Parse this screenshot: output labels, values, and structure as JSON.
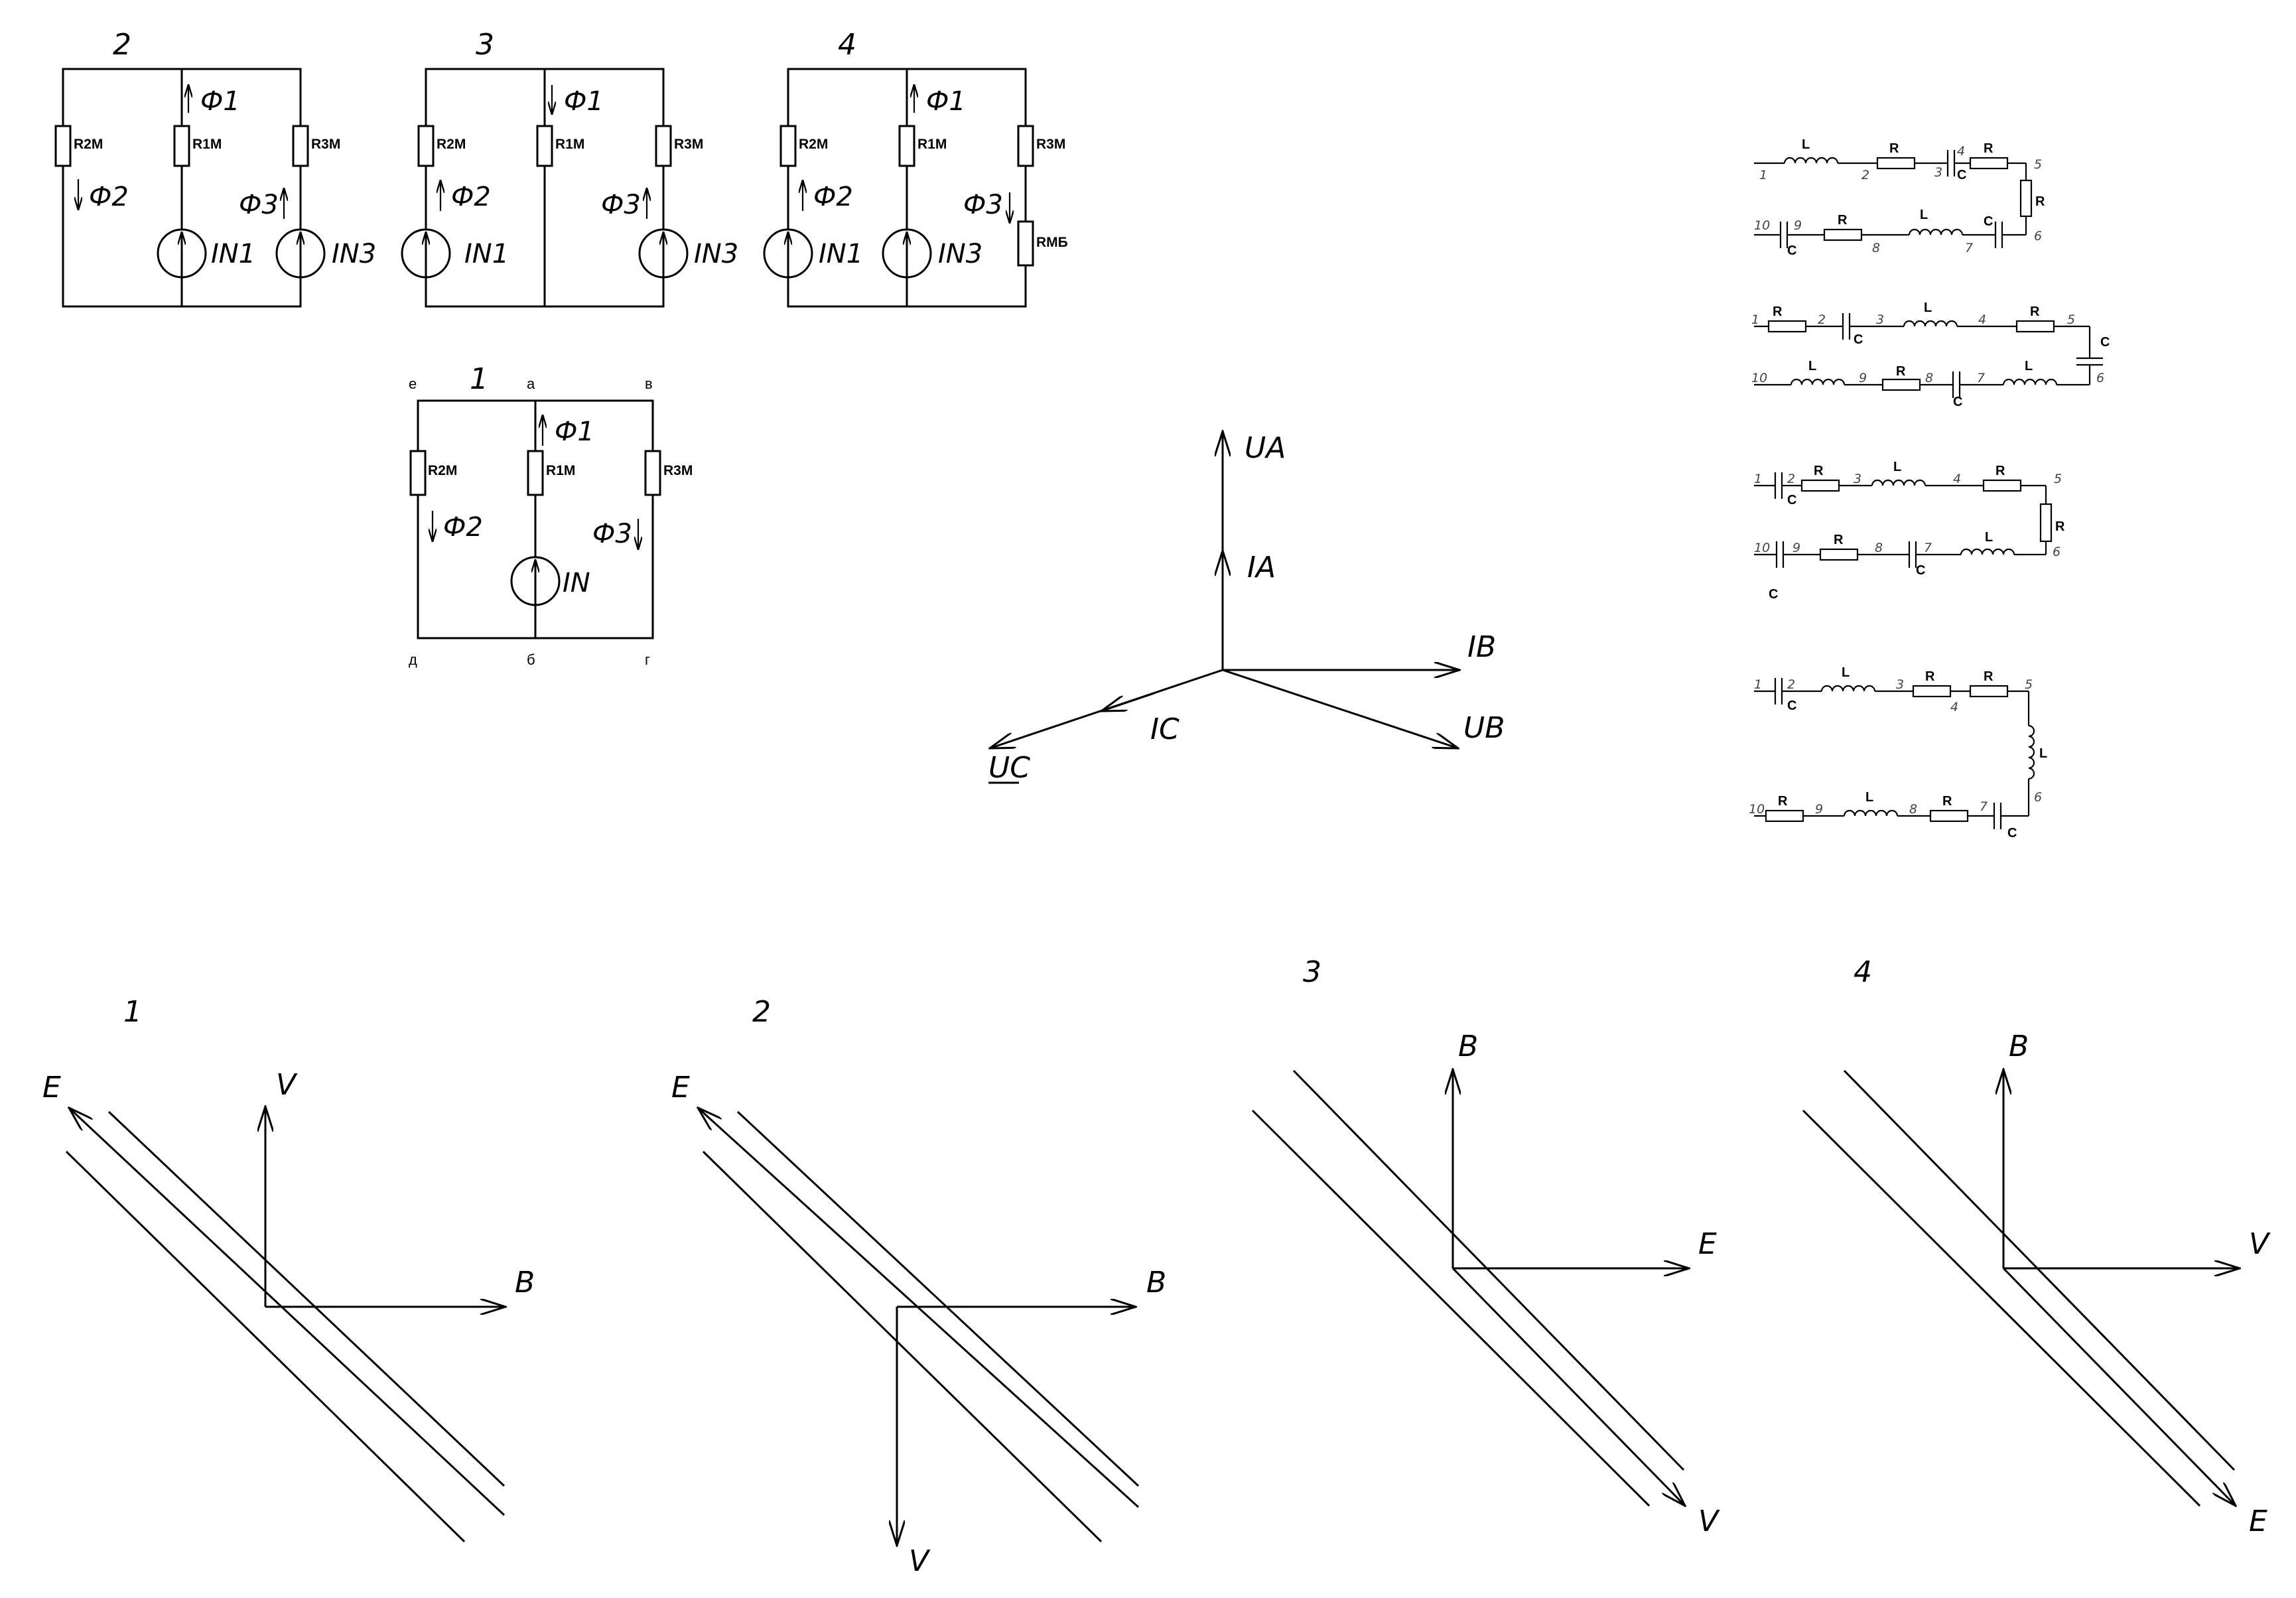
{
  "colors": {
    "stroke": "#000000",
    "background": "#ffffff"
  },
  "magnetic_circuits": [
    {
      "number": "2",
      "resistors": [
        "R2M",
        "R1M",
        "R3M"
      ],
      "fluxes": [
        "Ф1",
        "Ф2",
        "Ф3"
      ],
      "sources": [
        "IN1",
        "IN3"
      ]
    },
    {
      "number": "3",
      "resistors": [
        "R2M",
        "R1M",
        "R3M"
      ],
      "fluxes": [
        "Ф1",
        "Ф2",
        "Ф3"
      ],
      "sources": [
        "IN1",
        "IN3"
      ]
    },
    {
      "number": "4",
      "resistors": [
        "R2M",
        "R1M",
        "R3M",
        "RМБ"
      ],
      "fluxes": [
        "Ф1",
        "Ф2",
        "Ф3"
      ],
      "sources": [
        "IN1",
        "IN3"
      ]
    },
    {
      "number": "1",
      "resistors": [
        "R2M",
        "R1M",
        "R3M"
      ],
      "fluxes": [
        "Ф1",
        "Ф2",
        "Ф3"
      ],
      "sources": [
        "IN"
      ],
      "nodes": [
        "е",
        "а",
        "в",
        "д",
        "б",
        "г"
      ]
    }
  ],
  "phasor_diagram": {
    "vectors": [
      "UA",
      "IA",
      "IB",
      "UB",
      "IC",
      "UC"
    ]
  },
  "series_chains": {
    "node_numbers": [
      "1",
      "2",
      "3",
      "4",
      "5",
      "6",
      "7",
      "8",
      "9",
      "10"
    ],
    "element_labels": {
      "inductor": "L",
      "resistor": "R",
      "capacitor": "C"
    },
    "stray_label": "С"
  },
  "field_diagrams": [
    {
      "number": "1",
      "axes": [
        "E",
        "V",
        "B"
      ]
    },
    {
      "number": "2",
      "axes": [
        "E",
        "B",
        "V"
      ]
    },
    {
      "number": "3",
      "axes": [
        "B",
        "E",
        "V"
      ]
    },
    {
      "number": "4",
      "axes": [
        "B",
        "V",
        "E"
      ]
    }
  ]
}
